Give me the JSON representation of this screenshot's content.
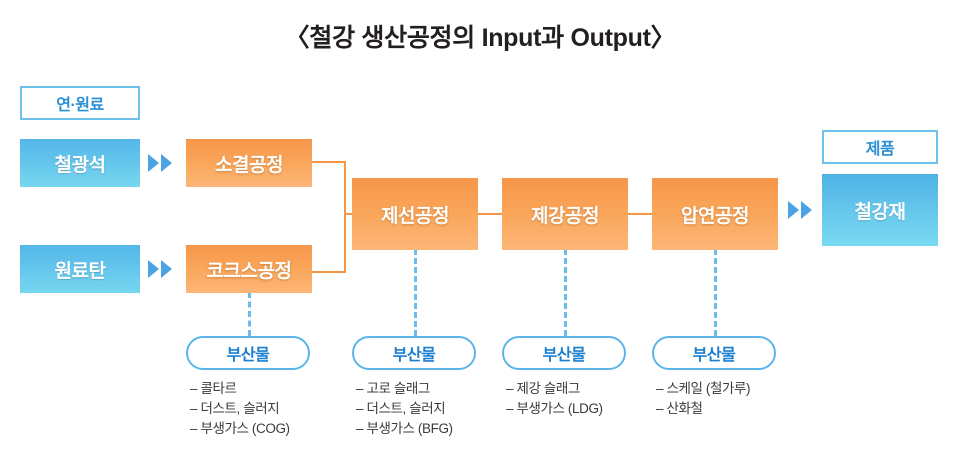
{
  "title": "〈철강 생산공정의 Input과 Output〉",
  "captions": {
    "feedstock": "연·원료",
    "product": "제품"
  },
  "inputs": [
    {
      "label": "철광석"
    },
    {
      "label": "원료탄"
    }
  ],
  "output": {
    "label": "철강재"
  },
  "processes": [
    {
      "id": "sinter",
      "label": "소결공정"
    },
    {
      "id": "coke",
      "label": "코크스공정"
    },
    {
      "id": "ironmaking",
      "label": "제선공정"
    },
    {
      "id": "steelmaking",
      "label": "제강공정"
    },
    {
      "id": "rolling",
      "label": "압연공정"
    }
  ],
  "byproducts": [
    {
      "pill": "부산물",
      "items": [
        "콜타르",
        "더스트, 슬러지",
        "부생가스 (COG)"
      ]
    },
    {
      "pill": "부산물",
      "items": [
        "고로 슬래그",
        "더스트, 슬러지",
        "부생가스 (BFG)"
      ]
    },
    {
      "pill": "부산물",
      "items": [
        "제강 슬래그",
        "부생가스 (LDG)"
      ]
    },
    {
      "pill": "부산물",
      "items": [
        "스케일 (철가루)",
        "산화철"
      ]
    }
  ],
  "colors": {
    "blue": "#62c4ec",
    "orange": "#faa85c",
    "arrow_blue": "#4ba3e3",
    "pill_border": "#5bb5e8",
    "pill_text": "#1b7fd0",
    "title_text": "#231f20"
  }
}
